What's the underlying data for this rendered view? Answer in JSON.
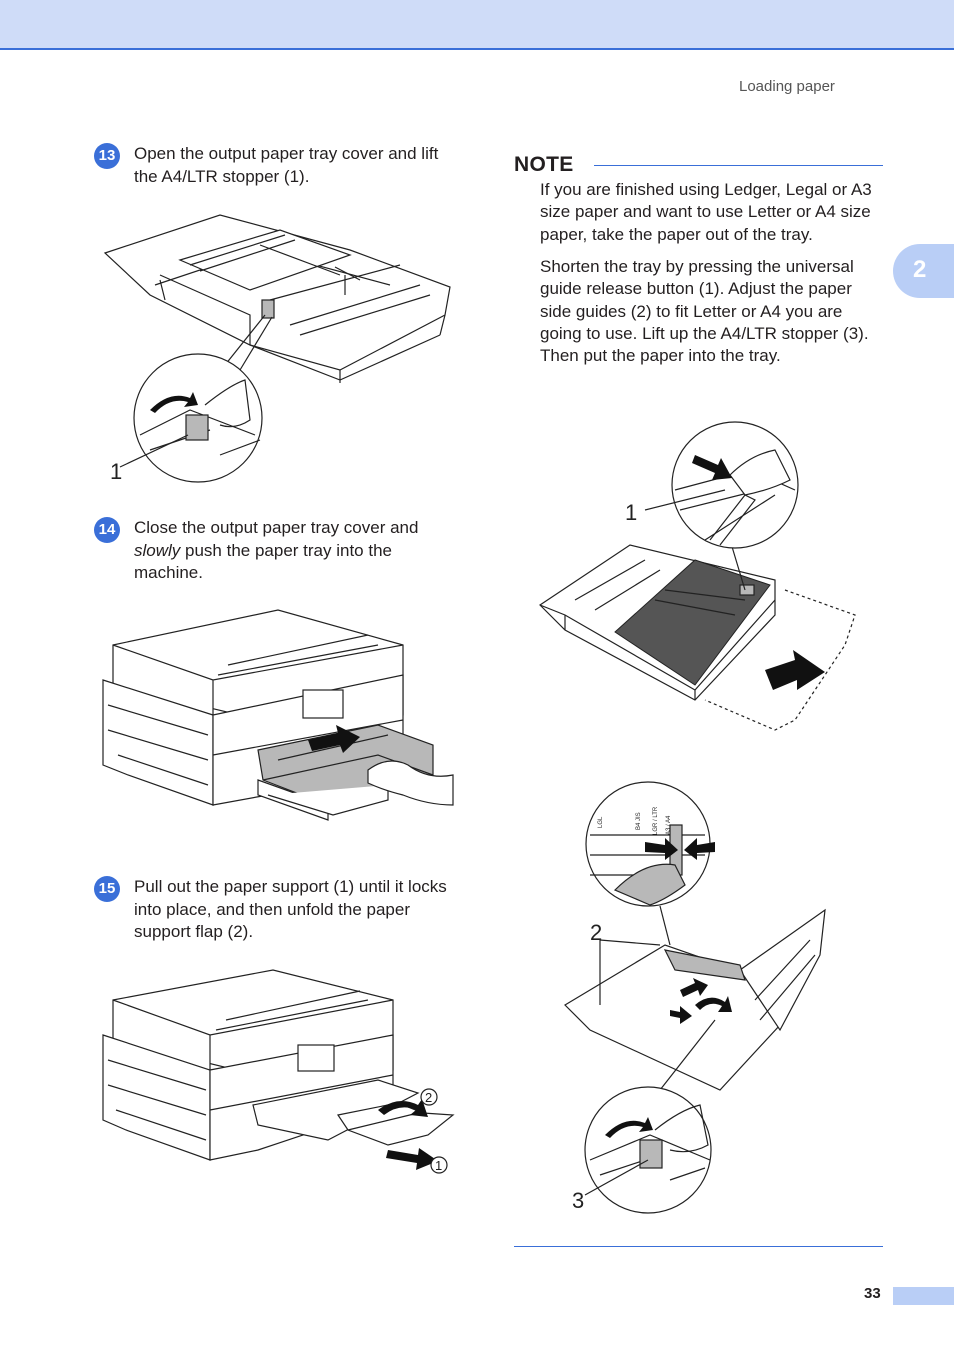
{
  "header": {
    "section_title": "Loading paper"
  },
  "chapter": {
    "number": "2"
  },
  "steps": [
    {
      "badge": "13",
      "text": "Open the output paper tray cover and lift the A4/LTR stopper (1)."
    },
    {
      "badge": "14",
      "text_before": "Close the output paper tray cover and ",
      "text_emphasis": "slowly",
      "text_after": " push the paper tray into the machine."
    },
    {
      "badge": "15",
      "text": "Pull out the paper support (1) until it locks into place, and then unfold the paper support flap (2)."
    }
  ],
  "note": {
    "title": "NOTE",
    "paragraphs": [
      "If you are finished using Ledger, Legal or A3 size paper and want to use Letter or A4 size paper, take the paper out of the tray.",
      "Shorten the tray by pressing the universal guide release button (1). Adjust the paper side guides (2) to fit Letter or A4 you are going to use. Lift up the A4/LTR stopper (3). Then put the paper into the tray."
    ]
  },
  "figures": {
    "fig13": {
      "callouts": [
        "1"
      ]
    },
    "fig15": {
      "callouts": [
        "2",
        "1"
      ]
    },
    "note_fig1": {
      "callouts": [
        "1"
      ]
    },
    "note_fig2": {
      "callouts": [
        "2",
        "3"
      ],
      "scale_labels": [
        "LGL",
        "B4 JIS",
        "LGR / LTR",
        "A3 / A4"
      ]
    }
  },
  "footer": {
    "page_number": "33"
  },
  "colors": {
    "accent_blue": "#3a6fd8",
    "top_bar": "#cfdcf8",
    "tab_fill": "#b9cef6"
  }
}
